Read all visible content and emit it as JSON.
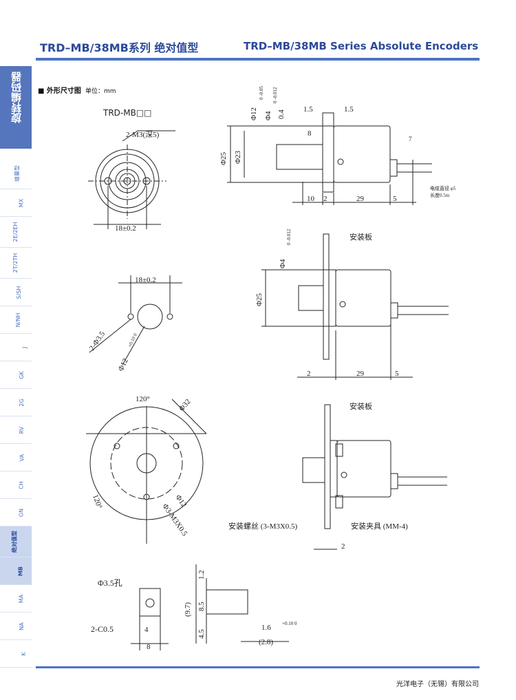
{
  "header": {
    "title_cn": "TRD–MB/38MB系列  绝对值型",
    "title_en": "TRD–MB/38MB Series Absolute Encoders"
  },
  "sidebar": {
    "main_label": "旋转编码器",
    "tabs": [
      {
        "label": "增量型"
      },
      {
        "label": "MX"
      },
      {
        "label": "2E/2EH"
      },
      {
        "label": "2T/2TH"
      },
      {
        "label": "S/SH"
      },
      {
        "label": "N/NH"
      },
      {
        "label": "J"
      },
      {
        "label": "GK"
      },
      {
        "label": "2G"
      },
      {
        "label": "RV"
      },
      {
        "label": "VA"
      },
      {
        "label": "CH"
      },
      {
        "label": "GN"
      },
      {
        "label": "绝对值型",
        "active": true
      },
      {
        "label": "MB",
        "active": true
      },
      {
        "label": "MA"
      },
      {
        "label": "NA"
      },
      {
        "label": "K"
      }
    ]
  },
  "section": {
    "title": "■ 外形尺寸图",
    "unit": "单位：mm",
    "model": "TRD-MB□□"
  },
  "drawing": {
    "front_screws": "2-M3(深5)",
    "pitch": "18±0.2",
    "hole_dia": "2-Φ3.5",
    "boss_dia": "Φ12",
    "boss_tol": "+0.10 0",
    "dia25": "Φ25",
    "dia23": "Φ23",
    "dia12": "Φ12",
    "dia12_tol": "0 -0.05",
    "dia4": "Φ4",
    "dia4_tol": "0 -0.012",
    "d04": "0.4",
    "d15a": "1.5",
    "d15b": "1.5",
    "d8": "8",
    "d7": "7",
    "d10": "10",
    "d2": "2",
    "d29": "29",
    "d5": "5",
    "cable_dia": "电缆直径 φ5",
    "cable_len": "长度0.5m",
    "mount_plate": "安装板",
    "angle120a": "120°",
    "angle120b": "120°",
    "dia32": "Φ32",
    "dia12b": "Φ12",
    "screws3": "Φ3-M3X0.5",
    "mount_screw": "安装螺丝 (3-M3X0.5)",
    "clamp": "安装夹具 (MM-4)",
    "hole35": "Φ3.5孔",
    "chamfer": "2-C0.5",
    "d4": "4",
    "d8b": "8",
    "d12": "1.2",
    "d97": "(9.7)",
    "d85": "8.5",
    "d45": "4.5",
    "d16": "1.6",
    "d16_tol": "+0.10 0",
    "d28": "(2.8)"
  },
  "footer": {
    "company": "光洋电子（无锡）有限公司"
  }
}
